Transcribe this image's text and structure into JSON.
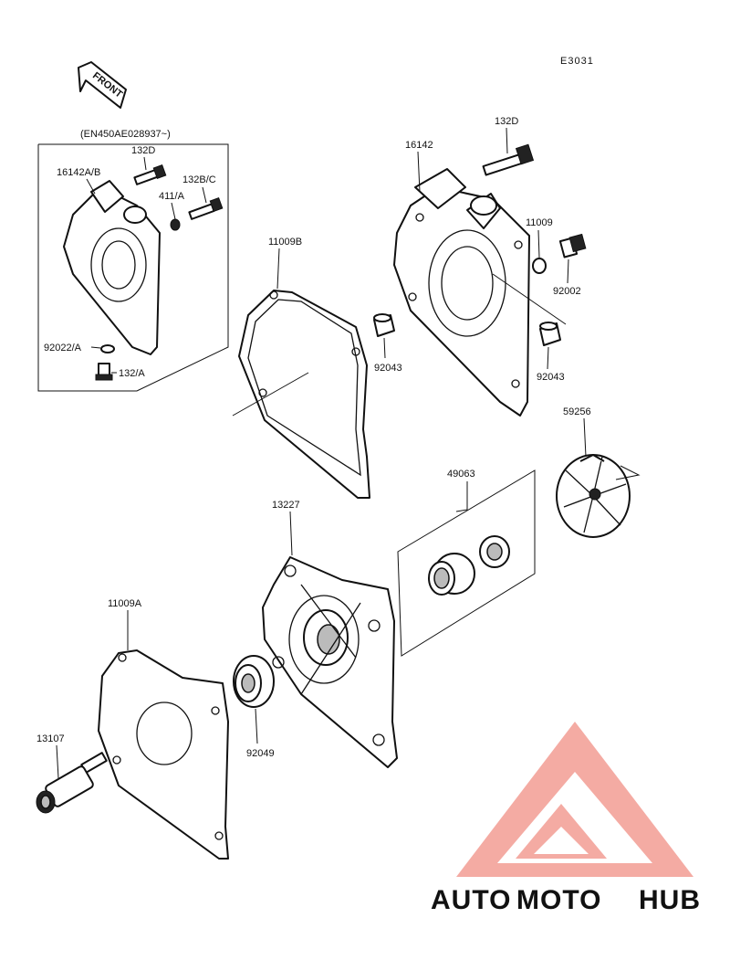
{
  "diagram": {
    "code": "E3031",
    "front_label": "FRONT",
    "serial_note": "(EN450AE028937~)",
    "labels": {
      "p132D_a": "132D",
      "p16142AB": "16142A/B",
      "p132BC": "132B/C",
      "p411A": "411/A",
      "p92022A": "92022/A",
      "p132A": "132/A",
      "p11009B": "11009B",
      "p92043_a": "92043",
      "p16142": "16142",
      "p132D_b": "132D",
      "p11009": "11009",
      "p92002": "92002",
      "p92043_b": "92043",
      "p59256": "59256",
      "p49063": "49063",
      "p13227": "13227",
      "p11009A": "11009A",
      "p92049": "92049",
      "p13107": "13107"
    }
  },
  "watermark": {
    "part1": "AUTO",
    "part2": "MOTO",
    "part3": "HUB",
    "color_primary": "#f5a8a0",
    "color_secondary": "#f7c9a0",
    "color_tertiary": "#555555"
  }
}
